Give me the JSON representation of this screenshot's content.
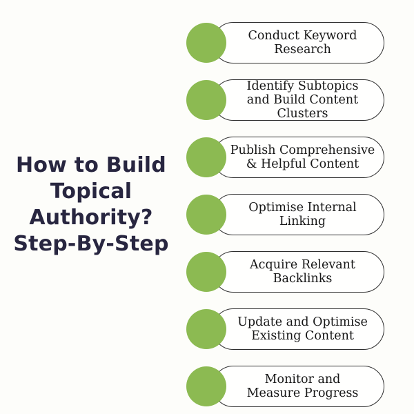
{
  "title": {
    "text": "How to Build Topical Authority? Step-By-Step",
    "lines": [
      "How to Build",
      "Topical",
      "Authority?",
      "Step-By-Step"
    ]
  },
  "steps": [
    {
      "label": "Conduct Keyword Research",
      "lines": [
        "Conduct Keyword",
        "Research"
      ]
    },
    {
      "label": "Identify Subtopics and Build Content Clusters",
      "lines": [
        "Identify Subtopics",
        "and Build Content",
        "Clusters"
      ]
    },
    {
      "label": "Publish Comprehensive & Helpful Content",
      "lines": [
        "Publish Comprehensive",
        "& Helpful Content"
      ]
    },
    {
      "label": "Optimise Internal Linking",
      "lines": [
        "Optimise Internal",
        "Linking"
      ]
    },
    {
      "label": "Acquire Relevant Backlinks",
      "lines": [
        "Acquire Relevant",
        "Backlinks"
      ]
    },
    {
      "label": "Update and Optimise Existing Content",
      "lines": [
        "Update and Optimise",
        "Existing Content"
      ]
    },
    {
      "label": "Monitor and Measure Progress",
      "lines": [
        "Monitor and",
        "Measure Progress"
      ]
    }
  ],
  "colors": {
    "background": "#fdfdfa",
    "accent_green": "#8cba52",
    "title_navy": "#282640",
    "pill_border": "#2e2e2e",
    "pill_background": "#fffffe",
    "pill_text": "#161616"
  }
}
